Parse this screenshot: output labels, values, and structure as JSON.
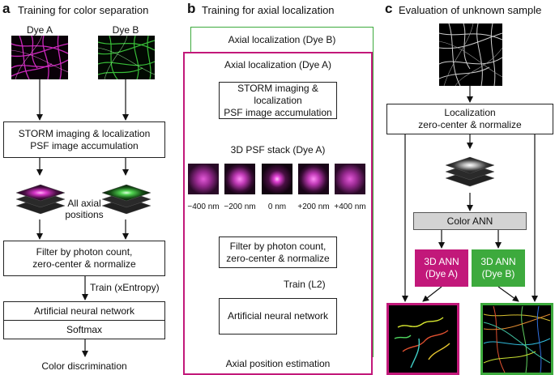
{
  "panel_a": {
    "letter": "a",
    "title": "Training for color separation",
    "dye_a": "Dye A",
    "dye_b": "Dye B",
    "storm_line1": "STORM imaging & localization",
    "storm_line2": "PSF image accumulation",
    "axial_line1": "All axial",
    "axial_line2": "positions",
    "filter_line1": "Filter by photon count,",
    "filter_line2": "zero-center & normalize",
    "train": "Train (xEntropy)",
    "ann": "Artificial neural network",
    "softmax": "Softmax",
    "output": "Color discrimination"
  },
  "panel_b": {
    "letter": "b",
    "title": "Training for axial localization",
    "outer_b": "Axial localization (Dye B)",
    "outer_a": "Axial localization (Dye A)",
    "storm_line1": "STORM imaging & localization",
    "storm_line2": "PSF image accumulation",
    "stack_title": "3D PSF stack (Dye A)",
    "psf_labels": [
      "−400 nm",
      "−200 nm",
      "0 nm",
      "+200 nm",
      "+400 nm"
    ],
    "filter_line1": "Filter by photon count,",
    "filter_line2": "zero-center & normalize",
    "train": "Train (L2)",
    "ann": "Artificial neural network",
    "output": "Axial position estimation"
  },
  "panel_c": {
    "letter": "c",
    "title": "Evaluation of unknown sample",
    "loc_line1": "Localization",
    "loc_line2": "zero-center & normalize",
    "color_ann": "Color ANN",
    "ann_a_line1": "3D ANN",
    "ann_a_line2": "(Dye A)",
    "ann_b_line1": "3D ANN",
    "ann_b_line2": "(Dye B)"
  },
  "colors": {
    "magenta": "#c2187a",
    "green": "#3daa3d",
    "gray": "#d3d3d3"
  }
}
